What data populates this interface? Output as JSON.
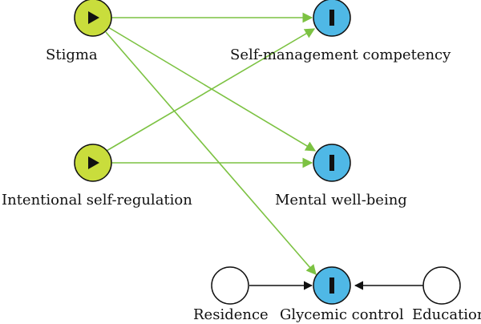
{
  "nodes": {
    "stigma": {
      "label": "Stigma",
      "type": "exposure",
      "marker": "play-icon"
    },
    "intentional_self_regulation": {
      "label": "Intentional self-regulation",
      "type": "exposure",
      "marker": "play-icon"
    },
    "self_management_competency": {
      "label": "Self-management competency",
      "type": "outcome",
      "marker": "bar-icon"
    },
    "mental_well_being": {
      "label": "Mental well-being",
      "type": "outcome",
      "marker": "bar-icon"
    },
    "glycemic_control": {
      "label": "Glycemic control",
      "type": "outcome",
      "marker": "bar-icon"
    },
    "residence": {
      "label": "Residence",
      "type": "other",
      "marker": ""
    },
    "education": {
      "label": "Education",
      "type": "other",
      "marker": ""
    }
  },
  "edges": [
    {
      "from": "Stigma",
      "to": "Self-management competency",
      "color": "#7cc242"
    },
    {
      "from": "Stigma",
      "to": "Mental well-being",
      "color": "#7cc242"
    },
    {
      "from": "Stigma",
      "to": "Glycemic control",
      "color": "#7cc242"
    },
    {
      "from": "Intentional self-regulation",
      "to": "Self-management competency",
      "color": "#7cc242"
    },
    {
      "from": "Intentional self-regulation",
      "to": "Mental well-being",
      "color": "#7cc242"
    },
    {
      "from": "Residence",
      "to": "Glycemic control",
      "color": "#111111"
    },
    {
      "from": "Education",
      "to": "Glycemic control",
      "color": "#111111"
    }
  ],
  "colors": {
    "exposure_fill": "#c9dd3c",
    "outcome_fill": "#4fb8e6",
    "other_fill": "#ffffff",
    "causal_edge": "#7cc242",
    "adjustment_edge": "#111111"
  }
}
